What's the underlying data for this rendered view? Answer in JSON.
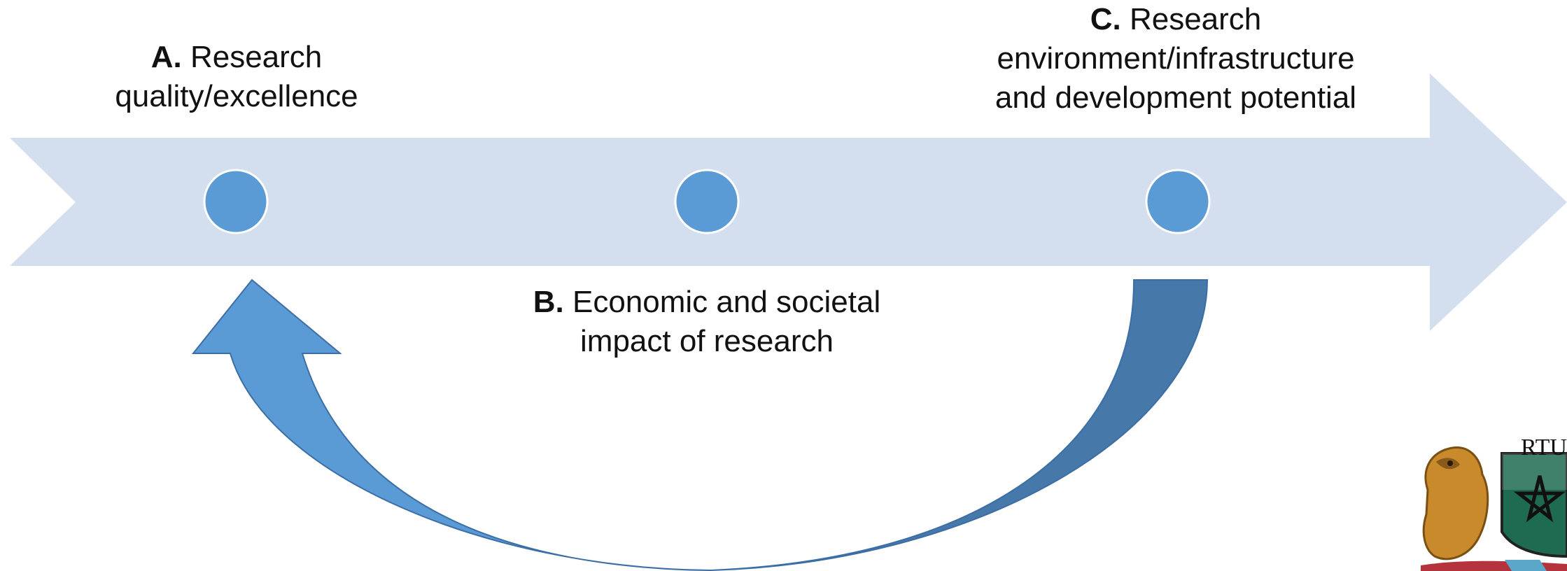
{
  "items": [
    {
      "letter": "A.",
      "line1": "Research",
      "line2": "quality/excellence",
      "line3": ""
    },
    {
      "letter": "B.",
      "line1": "Economic and societal",
      "line2": "impact of research",
      "line3": ""
    },
    {
      "letter": "C.",
      "line1": "Research",
      "line2": "environment/infrastructure",
      "line3": "and development potential"
    }
  ],
  "logo": {
    "text": "RTU"
  },
  "colors": {
    "band": "#d3dfef",
    "node": "#5b9bd5",
    "node_border": "#ffffff",
    "arrow_light": "#5b9bd5",
    "arrow_dark": "#4679a9",
    "arrow_outline": "#3c6ea6",
    "logo_lion": "#c98a2b",
    "logo_shield_green": "#1f6b52",
    "logo_red": "#b4333c"
  }
}
